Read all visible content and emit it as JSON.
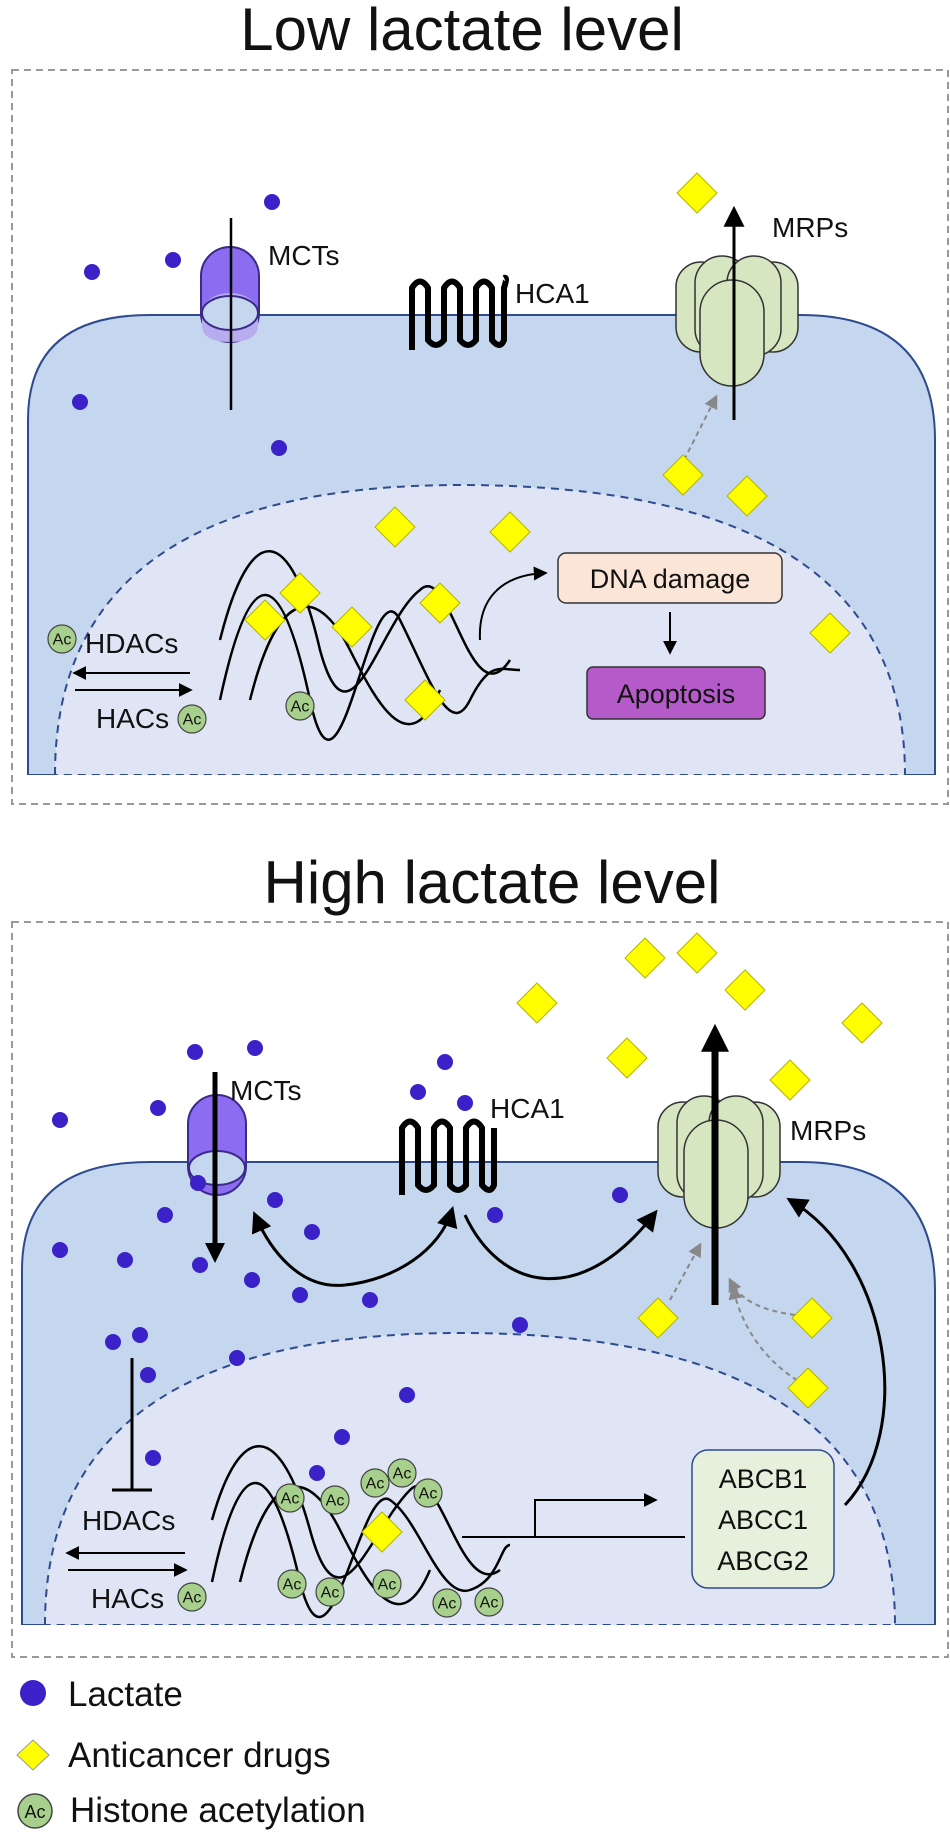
{
  "panels": {
    "low": {
      "title": "Low lactate level",
      "mcts": "MCTs",
      "hca1": "HCA1",
      "mrps": "MRPs",
      "hdacs": "HDACs",
      "hacs": "HACs",
      "dna_damage": "DNA damage",
      "apoptosis": "Apoptosis"
    },
    "high": {
      "title": "High lactate level",
      "mcts": "MCTs",
      "hca1": "HCA1",
      "mrps": "MRPs",
      "hdacs": "HDACs",
      "hacs": "HACs",
      "genes": [
        "ABCB1",
        "ABCC1",
        "ABCG2"
      ]
    }
  },
  "acetyl_label": "Ac",
  "legend": [
    {
      "symbol": "lactate",
      "label": "Lactate"
    },
    {
      "symbol": "drug",
      "label": "Anticancer drugs"
    },
    {
      "symbol": "acetyl",
      "label": "Histone acetylation"
    }
  ],
  "colors": {
    "lactate": "#3a22c8",
    "drug": "#ffff00",
    "acetyl": "#a8d08d",
    "cytoplasm": "#c5d7ee",
    "nucleus": "#dfe5f4",
    "mct": "#8c6cf0",
    "mrp": "#d5e6c1",
    "dna_damage_box": "#fbe5d6",
    "apoptosis_box": "#b55bc9",
    "gene_box": "#e6f0dc"
  },
  "icons": [
    "lactate-dot",
    "drug-diamond",
    "acetyl-circle",
    "mct-transporter",
    "hca1-receptor",
    "mrp-pump",
    "dna-helix"
  ]
}
